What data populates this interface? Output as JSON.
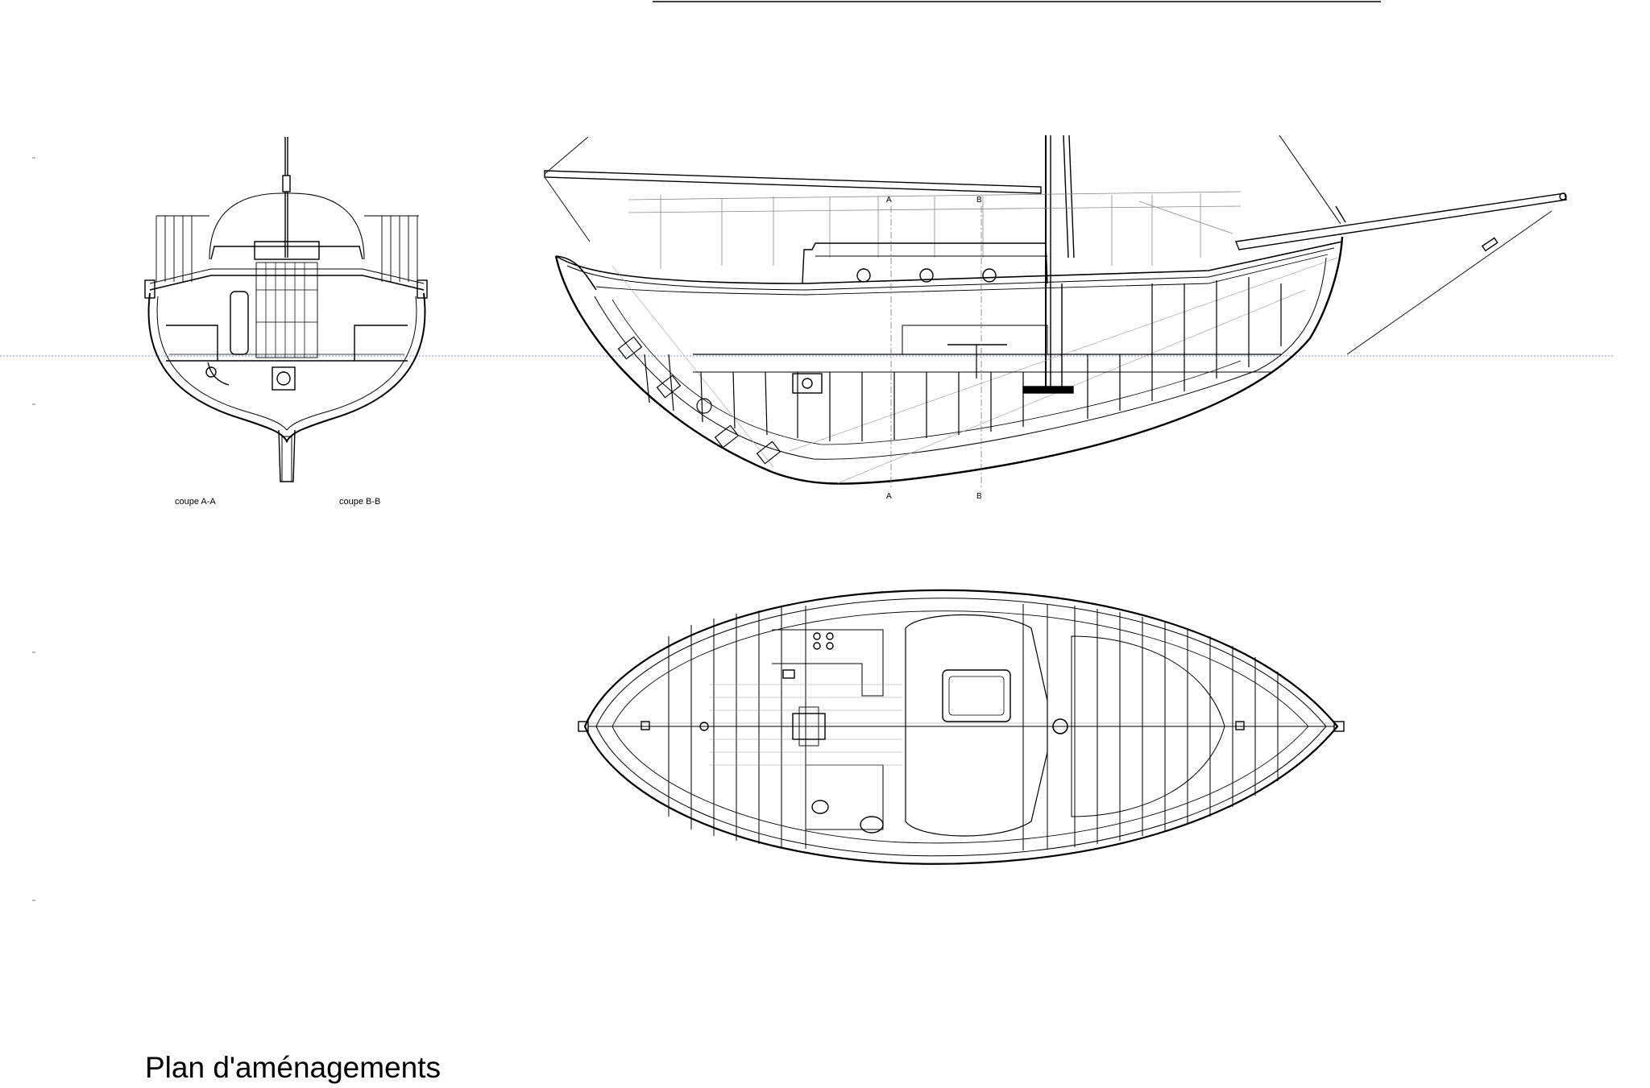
{
  "title": "Plan d'aménagements",
  "sections": {
    "caption_a": "coupe A-A",
    "caption_b": "coupe B-B"
  },
  "markers": {
    "a": "A",
    "b": "B"
  },
  "colors": {
    "ink": "#000000",
    "guide": "#5b6fd1",
    "faint": "#9a9a9a"
  }
}
